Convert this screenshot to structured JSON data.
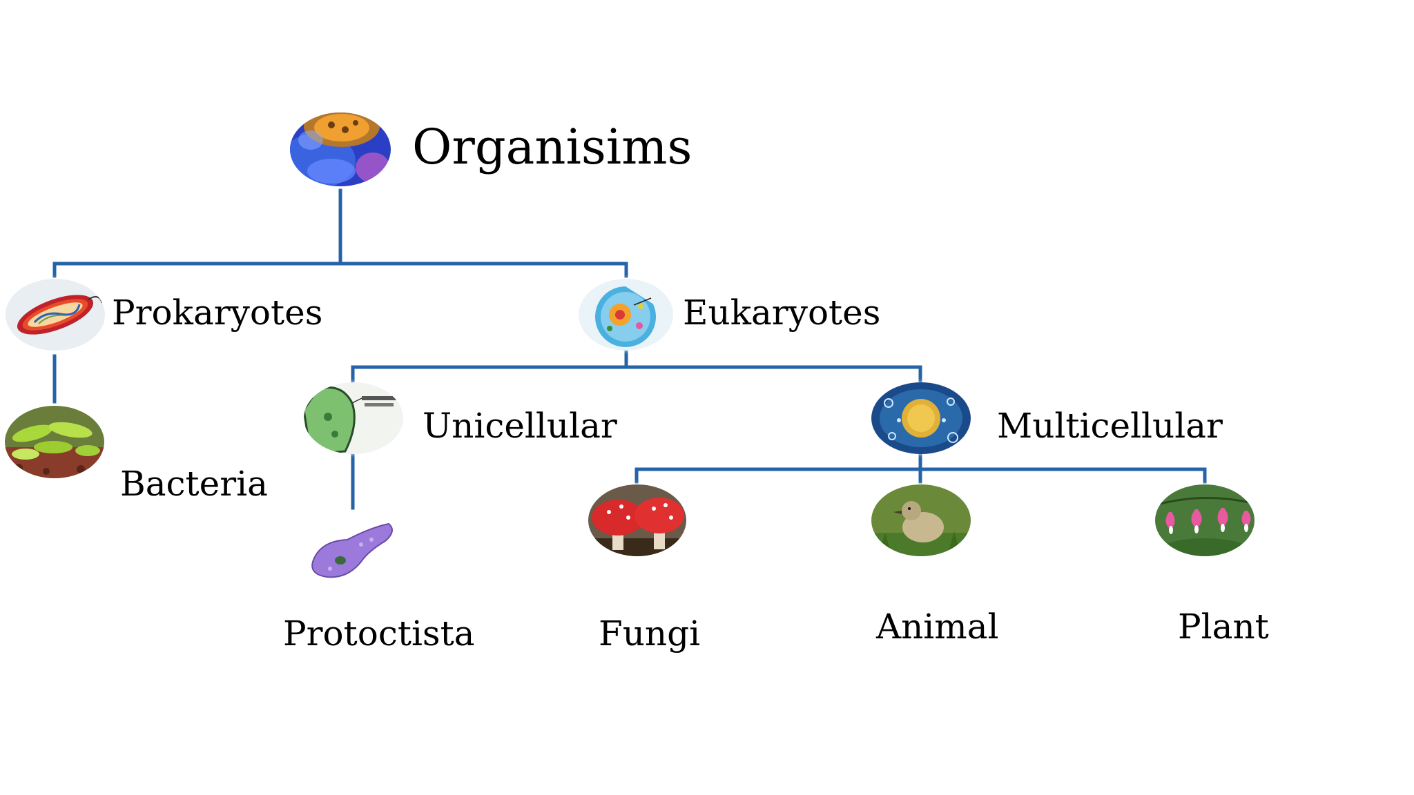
{
  "diagram": {
    "root": {
      "label": "Organisims",
      "icon": "virus-icon"
    },
    "prokaryotes": {
      "label": "Prokaryotes",
      "icon": "prokaryote-cell-icon"
    },
    "bacteria": {
      "label": "Bacteria",
      "icon": "bacteria-icon"
    },
    "eukaryotes": {
      "label": "Eukaryotes",
      "icon": "eukaryote-cell-icon"
    },
    "unicellular": {
      "label": "Unicellular",
      "icon": "paramecium-icon"
    },
    "protoctista": {
      "label": "Protoctista",
      "icon": "amoeba-icon"
    },
    "multicellular": {
      "label": "Multicellular",
      "icon": "cell-cluster-icon"
    },
    "fungi": {
      "label": "Fungi",
      "icon": "mushroom-icon"
    },
    "animal": {
      "label": "Animal",
      "icon": "duckling-icon"
    },
    "plant": {
      "label": "Plant",
      "icon": "bleeding-heart-flower-icon"
    }
  },
  "colors": {
    "connector": "#2563a8",
    "text": "#000000",
    "background": "#ffffff"
  }
}
